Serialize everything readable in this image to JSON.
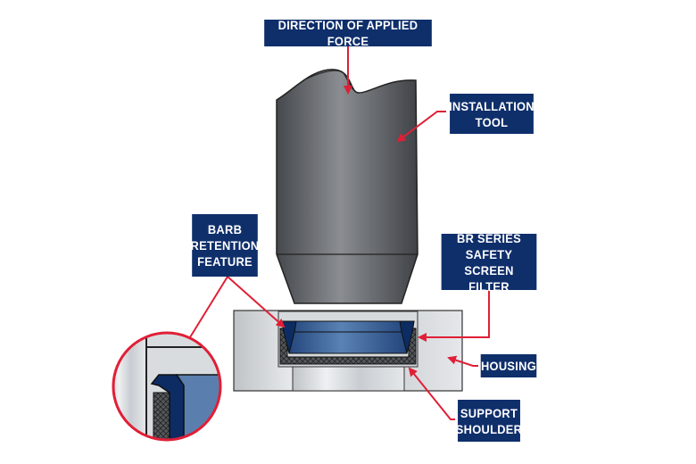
{
  "labels": {
    "force": "DIRECTION OF APPLIED FORCE",
    "tool": [
      "INSTALLATION",
      "TOOL"
    ],
    "barb": [
      "BARB",
      "RETENTION",
      "FEATURE"
    ],
    "filter": [
      "BR SERIES",
      "SAFETY SCREEN",
      "FILTER"
    ],
    "housing": "HOUSING",
    "shoulder": [
      "SUPPORT",
      "SHOULDER"
    ]
  },
  "colors": {
    "label_bg": "#0f2f6b",
    "arrow": "#e01f36",
    "filter_blue": "#1f4f8f",
    "tool_grey": "#5e6166"
  }
}
